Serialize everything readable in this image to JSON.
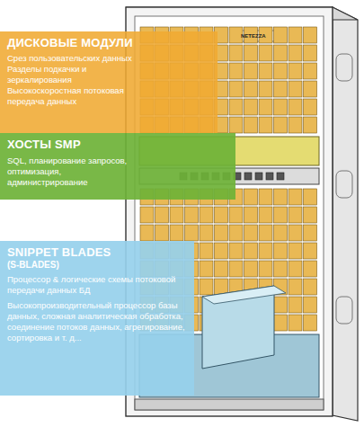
{
  "diagram": {
    "nodes": [
      {
        "text": [
          "ДИСКОВЫЕ МОДУЛИ",
          "Срез пользовательских данных",
          "Разделы подкачки и зеркалирования",
          "Высокоскоростная потоковая передача данных"
        ]
      },
      {
        "text": [
          "ХОСТЫ SMP",
          "SQL, планирование запросов, оптимизация, администрирование"
        ]
      },
      {
        "text": [
          "SNIPPET BLADES",
          "(S-BLADES)",
          "Процессор & логические схемы потоковой передачи данных БД",
          "Высокопроизводительный процессор базы данных, сложная аналитическая обработка, соединение потоков данных, агрегирование, сортировка и т. д..."
        ]
      }
    ],
    "labels": [
      "NETEZZA"
    ]
  }
}
